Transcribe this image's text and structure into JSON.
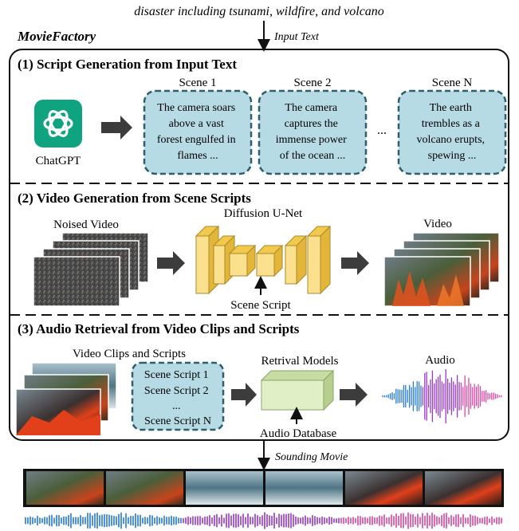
{
  "input_caption": "disaster including tsunami, wildfire, and volcano",
  "system_name": "MovieFactory",
  "input_text_label": "Input Text",
  "output_label": "Sounding Movie",
  "colors": {
    "scene_fill": "#b6dbe5",
    "scene_border": "#2e5f6e",
    "unet_fill": "#fbe08e",
    "unet_side": "#f2c94c",
    "retrieval_fill": "#e0efc6",
    "retrieval_side": "#b7cf8c",
    "arrow": "#3c3c3c",
    "fire": "#d8401a",
    "wave_blue": "#2a7bd5",
    "wave_purple": "#9a3bc4",
    "wave_pink": "#d84aa5"
  },
  "stage1": {
    "title": "(1) Script Generation from Input Text",
    "logo_icon": "chatgpt-logo-icon",
    "logo_label": "ChatGPT",
    "ellipsis": "...",
    "scenes": [
      {
        "title": "Scene 1",
        "lines": [
          "The camera soars",
          "above a vast",
          "forest engulfed in",
          "flames ..."
        ]
      },
      {
        "title": "Scene 2",
        "lines": [
          "The camera",
          "captures the",
          "immense power",
          "of the ocean ..."
        ]
      },
      {
        "title": "Scene N",
        "lines": [
          "The earth",
          "trembles as a",
          "volcano erupts,",
          "spewing ..."
        ]
      }
    ]
  },
  "stage2": {
    "title": "(2) Video Generation from Scene Scripts",
    "noised_label": "Noised Video",
    "unet_label": "Diffusion U-Net",
    "condition_label": "Scene Script",
    "video_label": "Video"
  },
  "stage3": {
    "title": "(3) Audio Retrieval from Video Clips and Scripts",
    "clips_label": "Video Clips and Scripts",
    "scripts": [
      "Scene Script 1",
      "Scene Script 2",
      "...",
      "Scene Script N"
    ],
    "retrieval_label": "Retrival Models",
    "database_label": "Audio Database",
    "audio_label": "Audio"
  }
}
